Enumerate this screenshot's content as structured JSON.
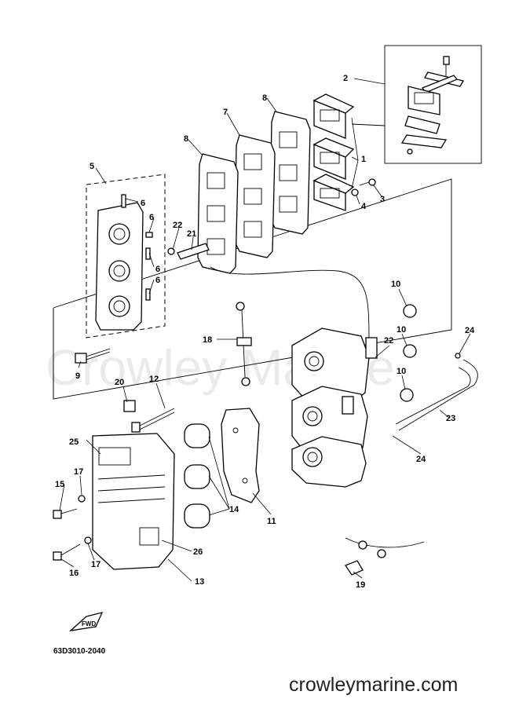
{
  "watermark": "Crowley Marine",
  "footer_brand": "crowleymarine.com",
  "diagram_code": "63D3010-2040",
  "fwd_label": "FWD",
  "callouts": {
    "p1": "1",
    "p2": "2",
    "p3": "3",
    "p4": "4",
    "p5": "5",
    "p6a": "6",
    "p6b": "6",
    "p6c": "6",
    "p6d": "6",
    "p7": "7",
    "p8a": "8",
    "p8b": "8",
    "p9": "9",
    "p10a": "10",
    "p10b": "10",
    "p10c": "10",
    "p11": "11",
    "p12": "12",
    "p13": "13",
    "p14": "14",
    "p15": "15",
    "p16": "16",
    "p17a": "17",
    "p17b": "17",
    "p18": "18",
    "p19": "19",
    "p20": "20",
    "p21": "21",
    "p22a": "22",
    "p22b": "22",
    "p23": "23",
    "p24a": "24",
    "p24b": "24",
    "p25": "25",
    "p26": "26"
  }
}
